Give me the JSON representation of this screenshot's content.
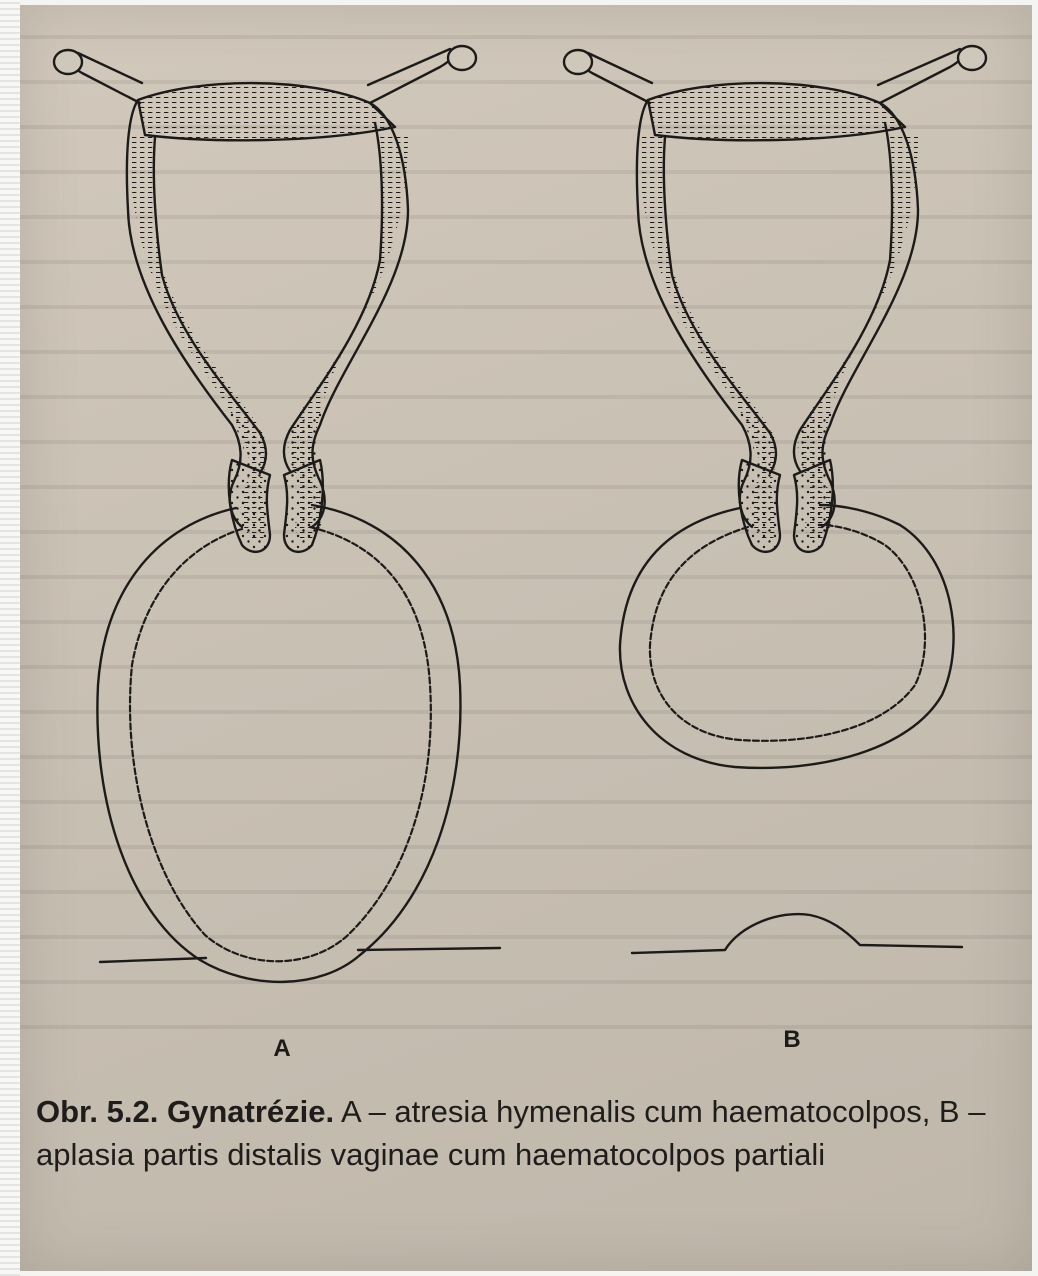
{
  "figure": {
    "label_a": "A",
    "label_b": "B"
  },
  "caption": {
    "figure_number": "Obr. 5.2.",
    "title": "Gynatrézie.",
    "text": "A – atresia hymenalis cum haematocolpos, B – aplasia partis distalis vaginae cum haematocolpos partiali"
  },
  "colors": {
    "paper": "#c9c0b4",
    "ink": "#1f1d1b"
  }
}
